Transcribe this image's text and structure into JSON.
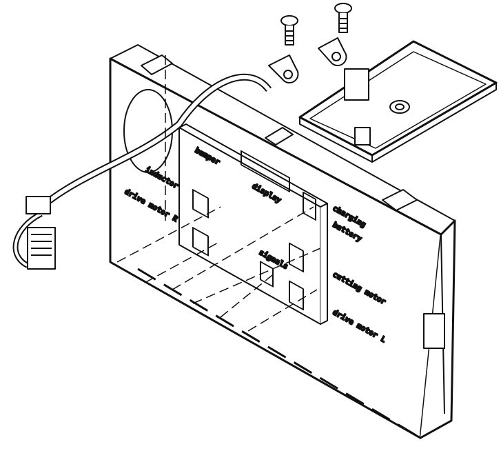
{
  "labels": {
    "bumper": "bumper",
    "inductor": "inductor",
    "drive_motor_r": "drive motor R",
    "display": "display",
    "charging": "charging",
    "battery": "battery",
    "signals": "signals",
    "cutting_motor": "cutting motor",
    "drive_motor_l": "drive motor L"
  },
  "colors": {
    "line": "#111111",
    "background": "#ffffff"
  }
}
